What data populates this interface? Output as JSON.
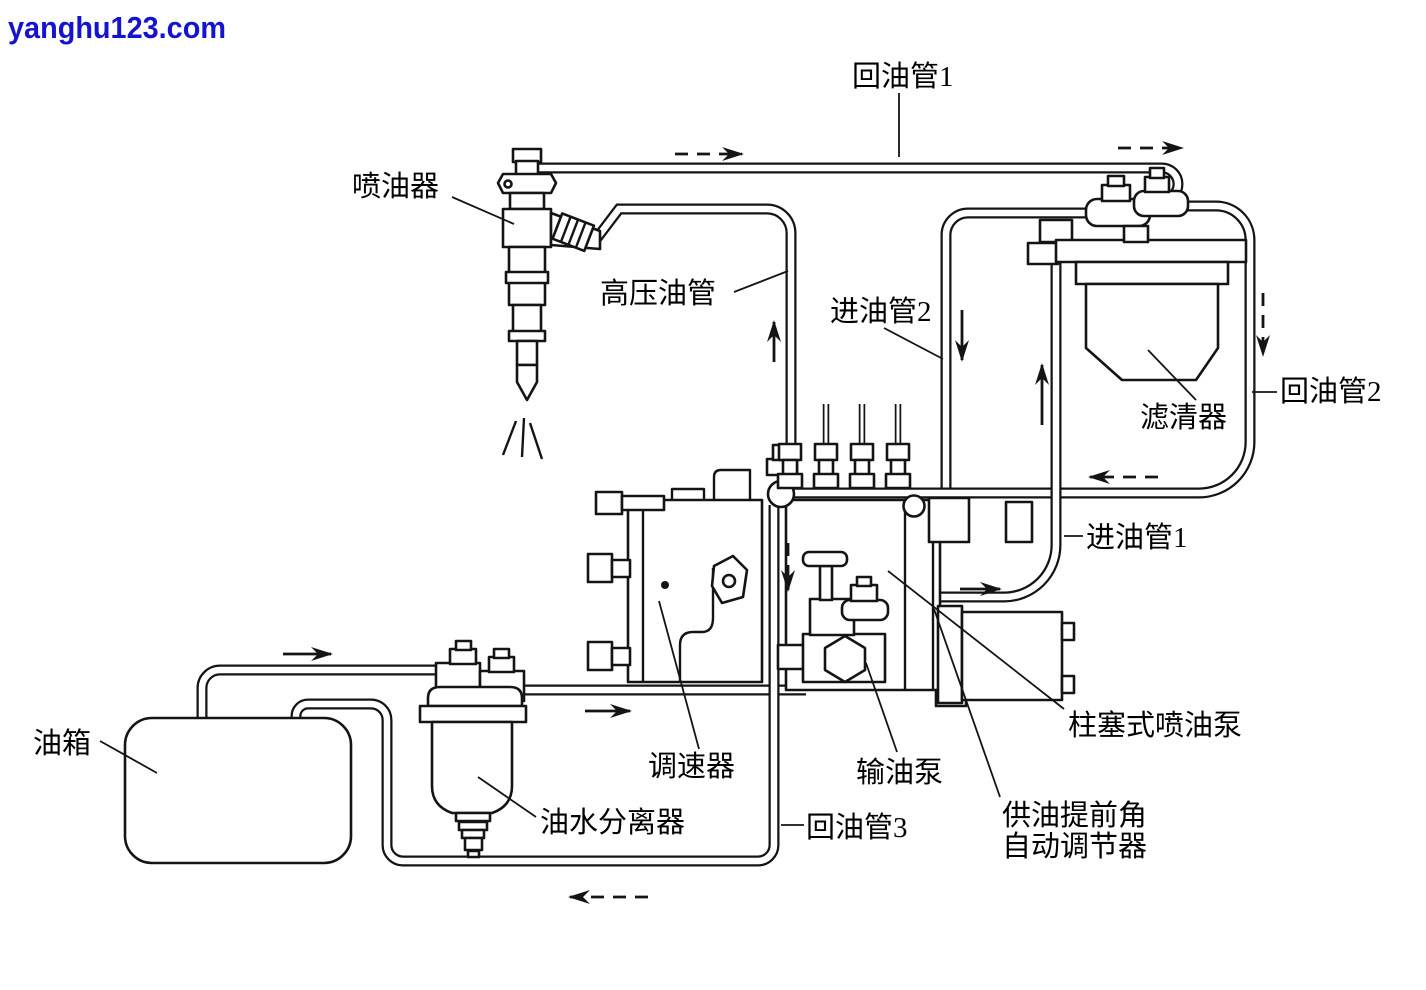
{
  "watermark": "yanghu123.com",
  "diagram": {
    "title_domain": "diesel-fuel-supply-system",
    "colors": {
      "line": "#141414",
      "watermark": "#1414d0",
      "background": "#ffffff"
    },
    "labels": {
      "return_pipe_1": "回油管1",
      "injector": "喷油器",
      "high_pressure_pipe": "高压油管",
      "inlet_pipe_2": "进油管2",
      "filter": "滤清器",
      "return_pipe_2": "回油管2",
      "inlet_pipe_1": "进油管1",
      "fuel_tank": "油箱",
      "governor": "调速器",
      "water_separator": "油水分离器",
      "transfer_pump": "输油泵",
      "return_pipe_3": "回油管3",
      "plunger_injection_pump": "柱塞式喷油泵",
      "advance_regulator_line1": "供油提前角",
      "advance_regulator_line2": "自动调节器"
    }
  }
}
